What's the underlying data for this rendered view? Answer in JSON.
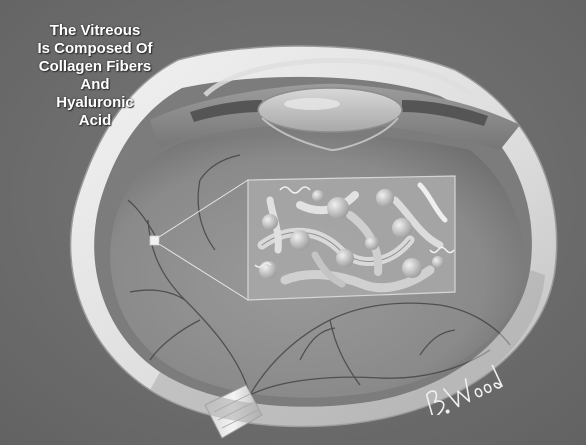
{
  "caption": {
    "lines": [
      "The Vitreous",
      "Is Composed Of",
      "Collagen Fibers",
      "And",
      "Hyaluronic",
      "Acid"
    ]
  },
  "illustration": {
    "subject": "eye-cross-section",
    "palette": {
      "background": "#6f6f6f",
      "sclera": "#e4e4e4",
      "interior": "#8e8e8e",
      "vessels": "#3c3c3c",
      "lens": "#c7c7c7"
    }
  },
  "signature": {
    "text": "B.Wood"
  }
}
